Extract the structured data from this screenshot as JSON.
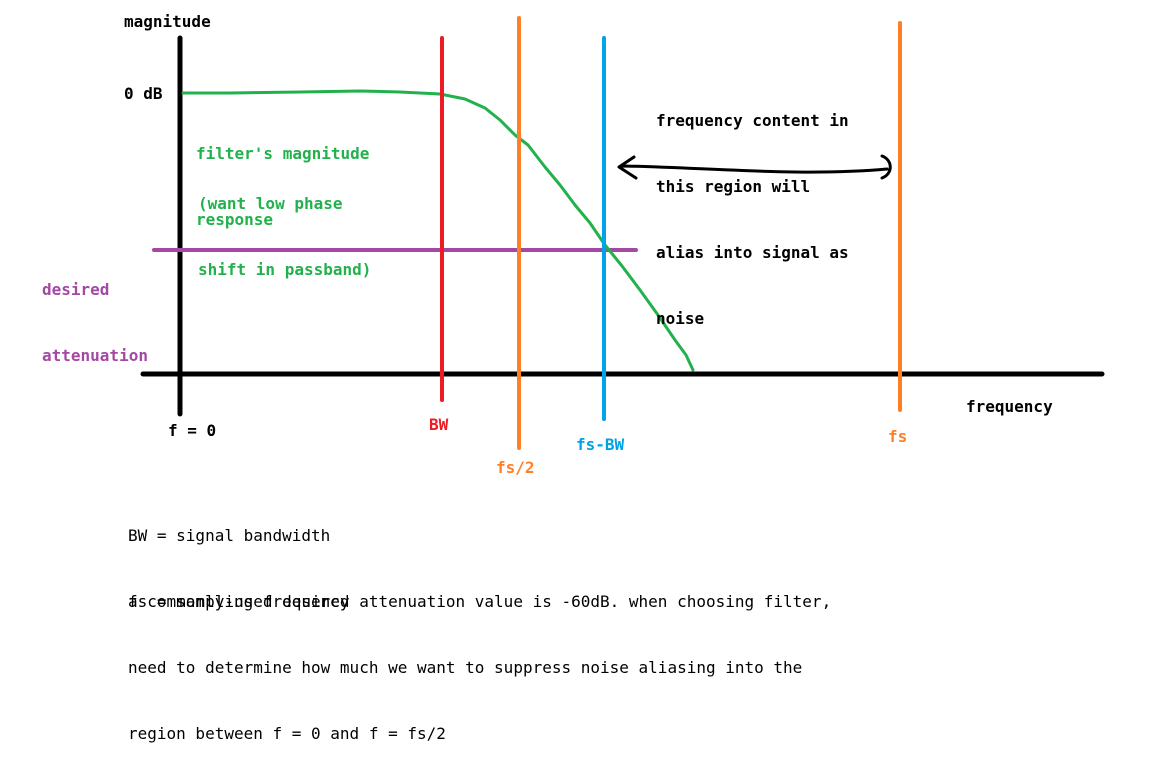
{
  "axes": {
    "y_label": "magnitude",
    "x_label": "frequency",
    "zero_db": "0 dB",
    "origin": "f = 0"
  },
  "markers": {
    "bw": "BW",
    "fs_half": "fs/2",
    "fs_minus_bw": "fs-BW",
    "fs": "fs"
  },
  "curve": {
    "label_line1": "filter's magnitude",
    "label_line2": "response",
    "note_line1": "(want low phase",
    "note_line2": "shift in passband)"
  },
  "attenuation": {
    "line1": "desired",
    "line2": "attenuation"
  },
  "alias_note": {
    "line1": "frequency content in",
    "line2": "this region will",
    "line3": "alias into signal as",
    "line4": "noise"
  },
  "legend": {
    "bw_def": "BW = signal bandwidth",
    "fs_def": "fs = sampling frequency"
  },
  "footnote": {
    "line1": "a commonly-used desired attenuation value is -60dB. when choosing filter,",
    "line2": "need to determine how much we want to suppress noise aliasing into the",
    "line3": "region between f = 0 and f = fs/2"
  },
  "colors": {
    "axis": "#000000",
    "curve": "#22b14c",
    "bw": "#ed1c24",
    "fs": "#ff7f27",
    "fs_minus_bw": "#00a2e8",
    "attenuation": "#a349a4"
  }
}
